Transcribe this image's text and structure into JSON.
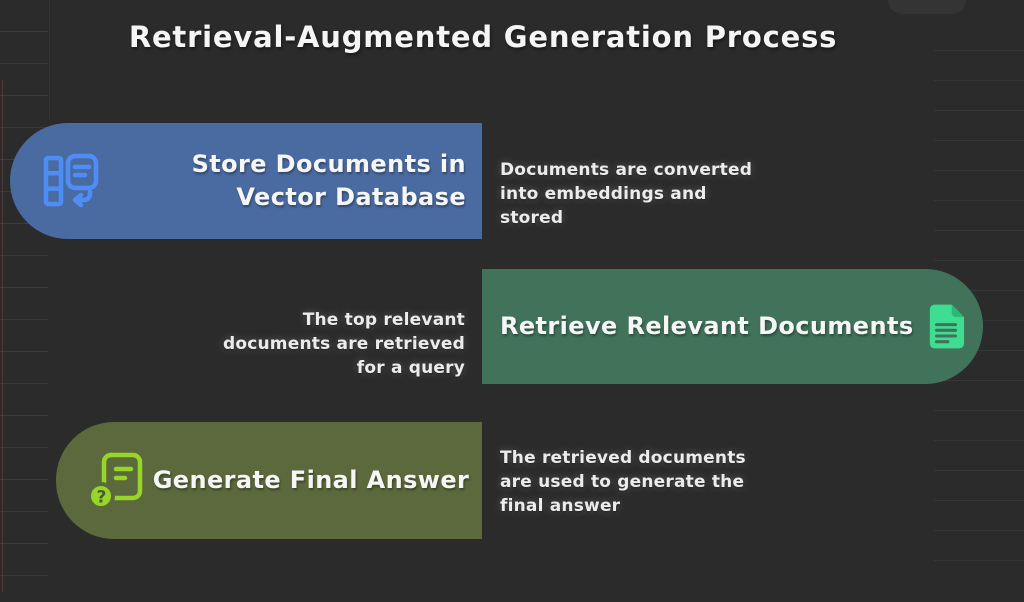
{
  "title": "Retrieval-Augmented Generation Process",
  "steps": [
    {
      "title": "Store Documents in Vector Database",
      "description": "Documents are converted into embeddings and stored",
      "box_color": "#4a6ba1",
      "icon": "vector-database-store-icon",
      "icon_color": "#4f8df5",
      "box_side": "left",
      "box_shape": "rounded-left"
    },
    {
      "title": "Retrieve Relevant Documents",
      "description": "The top relevant documents are retrieved for a query",
      "box_color": "#41735a",
      "icon": "document-icon",
      "icon_color": "#3edd92",
      "box_side": "right",
      "box_shape": "rounded-right"
    },
    {
      "title": "Generate Final Answer",
      "description": "The retrieved documents are used to generate the final answer",
      "box_color": "#5b693c",
      "icon": "document-question-icon",
      "icon_color": "#97d529",
      "box_side": "left",
      "box_shape": "rounded-left"
    }
  ],
  "colors": {
    "background": "#2b2b2b",
    "text": "#f2f2f2",
    "step1_box": "#4a6ba1",
    "step1_icon": "#4f8df5",
    "step2_box": "#41735a",
    "step2_icon": "#3edd92",
    "step3_box": "#5b693c",
    "step3_icon": "#97d529"
  }
}
